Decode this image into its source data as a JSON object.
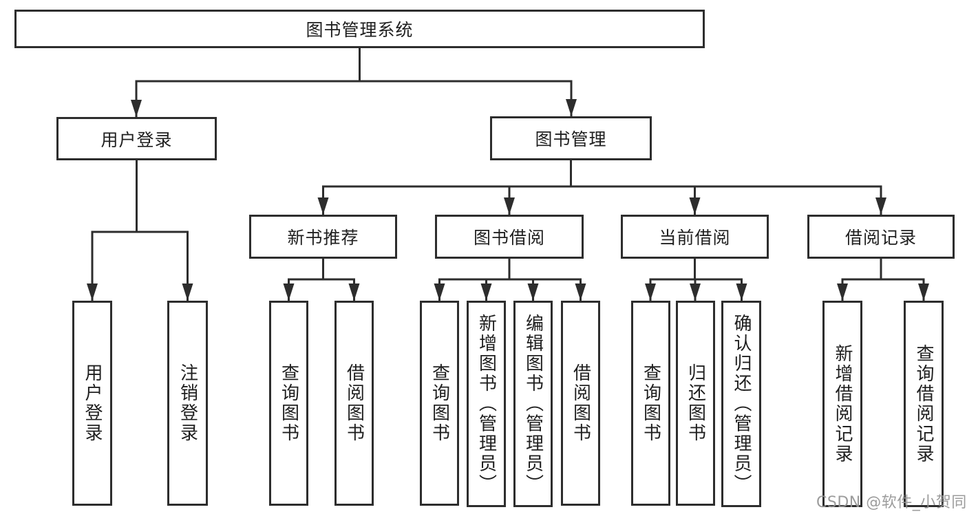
{
  "tree": {
    "label": "图书管理系统",
    "children": [
      {
        "label": "用户登录",
        "children": [
          {
            "label": "用户登录"
          },
          {
            "label": "注销登录"
          }
        ]
      },
      {
        "label": "图书管理",
        "children": [
          {
            "label": "新书推荐",
            "children": [
              {
                "label": "查询图书"
              },
              {
                "label": "借阅图书"
              }
            ]
          },
          {
            "label": "图书借阅",
            "children": [
              {
                "label": "查询图书"
              },
              {
                "label": "新增图书（管理员）"
              },
              {
                "label": "编辑图书（管理员）"
              },
              {
                "label": "借阅图书"
              }
            ]
          },
          {
            "label": "当前借阅",
            "children": [
              {
                "label": "查询图书"
              },
              {
                "label": "归还图书"
              },
              {
                "label": "确认归还（管理员）"
              }
            ]
          },
          {
            "label": "借阅记录",
            "children": [
              {
                "label": "新增借阅记录"
              },
              {
                "label": "查询借阅记录"
              }
            ]
          }
        ]
      }
    ]
  },
  "watermark": {
    "text": "CSDN @软件_小贺同学"
  },
  "colors": {
    "line": "#2d2d2d",
    "background": "#ffffff",
    "watermark": "#949494"
  }
}
